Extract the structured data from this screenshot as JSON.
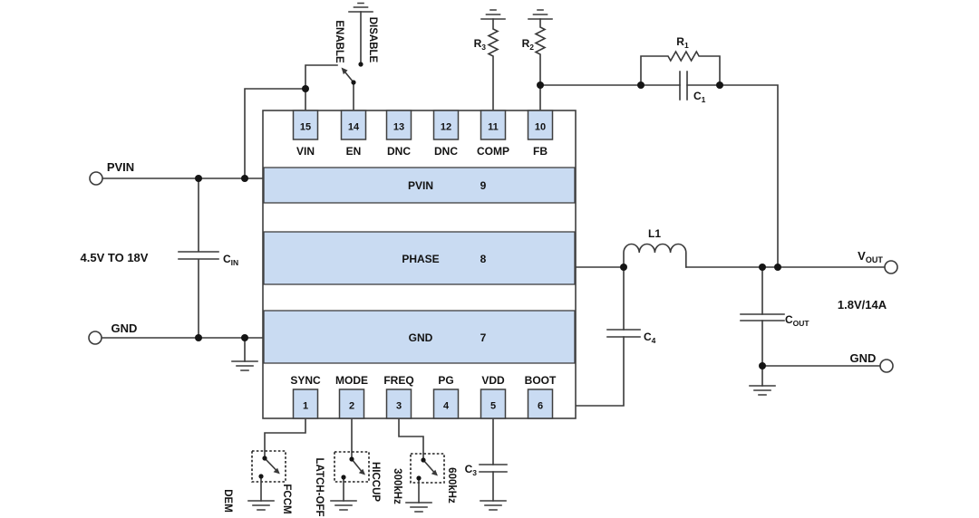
{
  "colors": {
    "pin_fill": "#c9dbf2",
    "outline": "#3f3f3f",
    "wire": "#3a3a3a",
    "text": "#131313",
    "background": "#ffffff"
  },
  "ic": {
    "top_pins": [
      {
        "number": "15",
        "name": "VIN"
      },
      {
        "number": "14",
        "name": "EN"
      },
      {
        "number": "13",
        "name": "DNC"
      },
      {
        "number": "12",
        "name": "DNC"
      },
      {
        "number": "11",
        "name": "COMP"
      },
      {
        "number": "10",
        "name": "FB"
      }
    ],
    "bottom_pins": [
      {
        "number": "1",
        "name": "SYNC"
      },
      {
        "number": "2",
        "name": "MODE"
      },
      {
        "number": "3",
        "name": "FREQ"
      },
      {
        "number": "4",
        "name": "PG"
      },
      {
        "number": "5",
        "name": "VDD"
      },
      {
        "number": "6",
        "name": "BOOT"
      }
    ],
    "bars": [
      {
        "name": "PVIN",
        "pin": "9"
      },
      {
        "name": "PHASE",
        "pin": "8"
      },
      {
        "name": "GND",
        "pin": "7"
      }
    ]
  },
  "input_side": {
    "pvin_terminal": "PVIN",
    "voltage_range": "4.5V TO 18V",
    "gnd_terminal": "GND",
    "cin": {
      "base": "C",
      "sub": "IN"
    }
  },
  "enable_switch": {
    "enable": "ENABLE",
    "disable": "DISABLE"
  },
  "feedback": {
    "r3": {
      "base": "R",
      "sub": "3"
    },
    "r2": {
      "base": "R",
      "sub": "2"
    },
    "r1": {
      "base": "R",
      "sub": "1"
    },
    "c1": {
      "base": "C",
      "sub": "1"
    }
  },
  "output_side": {
    "l1": "L1",
    "c4": {
      "base": "C",
      "sub": "4"
    },
    "cout": {
      "base": "C",
      "sub": "OUT"
    },
    "vout": {
      "base": "V",
      "sub": "OUT"
    },
    "rating": "1.8V/14A",
    "gnd_terminal": "GND"
  },
  "mode_switches": {
    "sync": {
      "left": "DEM",
      "right": "FCCM"
    },
    "mode": {
      "left": "LATCH-OFF",
      "right": "HICCUP"
    },
    "freq": {
      "left": "300kHz",
      "right": "600kHz"
    },
    "c3": {
      "base": "C",
      "sub": "3"
    }
  }
}
